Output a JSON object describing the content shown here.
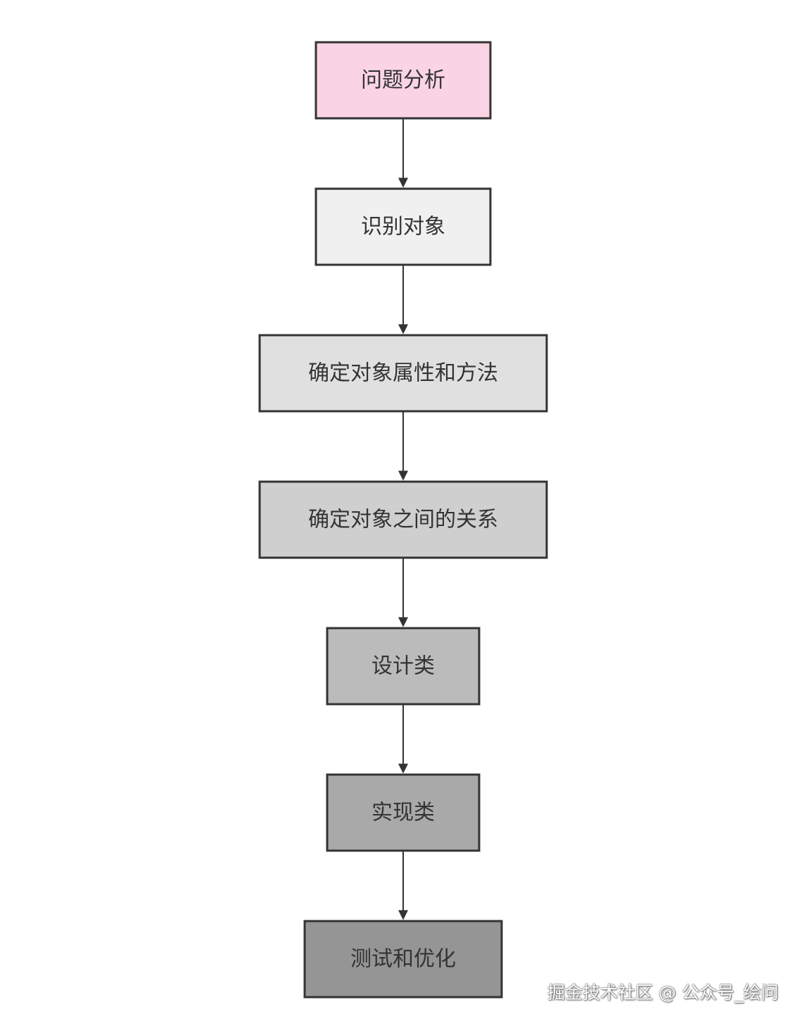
{
  "diagram": {
    "type": "flowchart",
    "direction": "top-to-bottom",
    "nodes": [
      {
        "id": "n1",
        "label": "问题分析",
        "fill": "#fad4e4"
      },
      {
        "id": "n2",
        "label": "识别对象",
        "fill": "#f0f0f0"
      },
      {
        "id": "n3",
        "label": "确定对象属性和方法",
        "fill": "#e0e0e0"
      },
      {
        "id": "n4",
        "label": "确定对象之间的关系",
        "fill": "#cfcfcf"
      },
      {
        "id": "n5",
        "label": "设计类",
        "fill": "#bbbbbb"
      },
      {
        "id": "n6",
        "label": "实现类",
        "fill": "#a9a9a9"
      },
      {
        "id": "n7",
        "label": "测试和优化",
        "fill": "#959595"
      }
    ],
    "edges": [
      {
        "from": "n1",
        "to": "n2"
      },
      {
        "from": "n2",
        "to": "n3"
      },
      {
        "from": "n3",
        "to": "n4"
      },
      {
        "from": "n4",
        "to": "n5"
      },
      {
        "from": "n5",
        "to": "n6"
      },
      {
        "from": "n6",
        "to": "n7"
      }
    ]
  },
  "watermark": "掘金技术社区 @ 公众号_绘问",
  "colors": {
    "stroke": "#333333",
    "text": "#333333",
    "background": "#ffffff"
  }
}
